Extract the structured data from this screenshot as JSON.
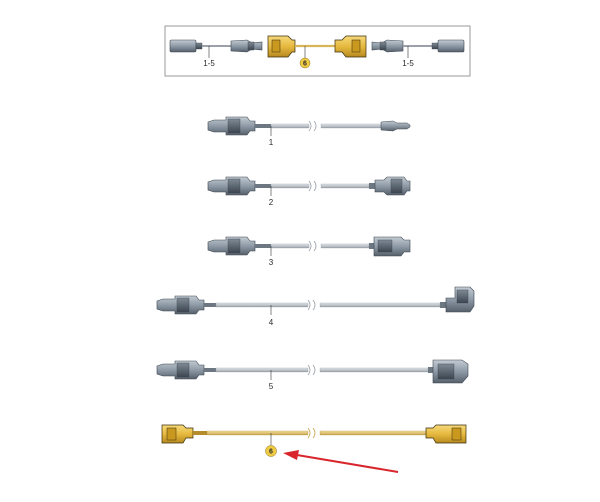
{
  "overview": {
    "label_left": "1-5",
    "label_center": "6",
    "label_right": "1-5"
  },
  "cables": [
    {
      "label": "1",
      "end_type": "pin-terminal",
      "color": "gray"
    },
    {
      "label": "2",
      "end_type": "straight-connector",
      "color": "gray"
    },
    {
      "label": "3",
      "end_type": "socket-housing",
      "color": "gray"
    },
    {
      "label": "4",
      "end_type": "angled-connector",
      "color": "gray"
    },
    {
      "label": "5",
      "end_type": "angled-socket",
      "color": "gray"
    },
    {
      "label": "6",
      "end_type": "adapter",
      "color": "yellow"
    }
  ],
  "colors": {
    "connector_gray": "#8e9aa6",
    "connector_dark": "#4f5a66",
    "wire_gray": "#b7bdc4",
    "adapter_yellow": "#e6b93f",
    "badge_yellow": "#f0cc44",
    "arrow_red": "#d8262c",
    "frame": "#9a9a9a"
  },
  "icons": {
    "callout_arrow": "red-arrow-icon"
  }
}
